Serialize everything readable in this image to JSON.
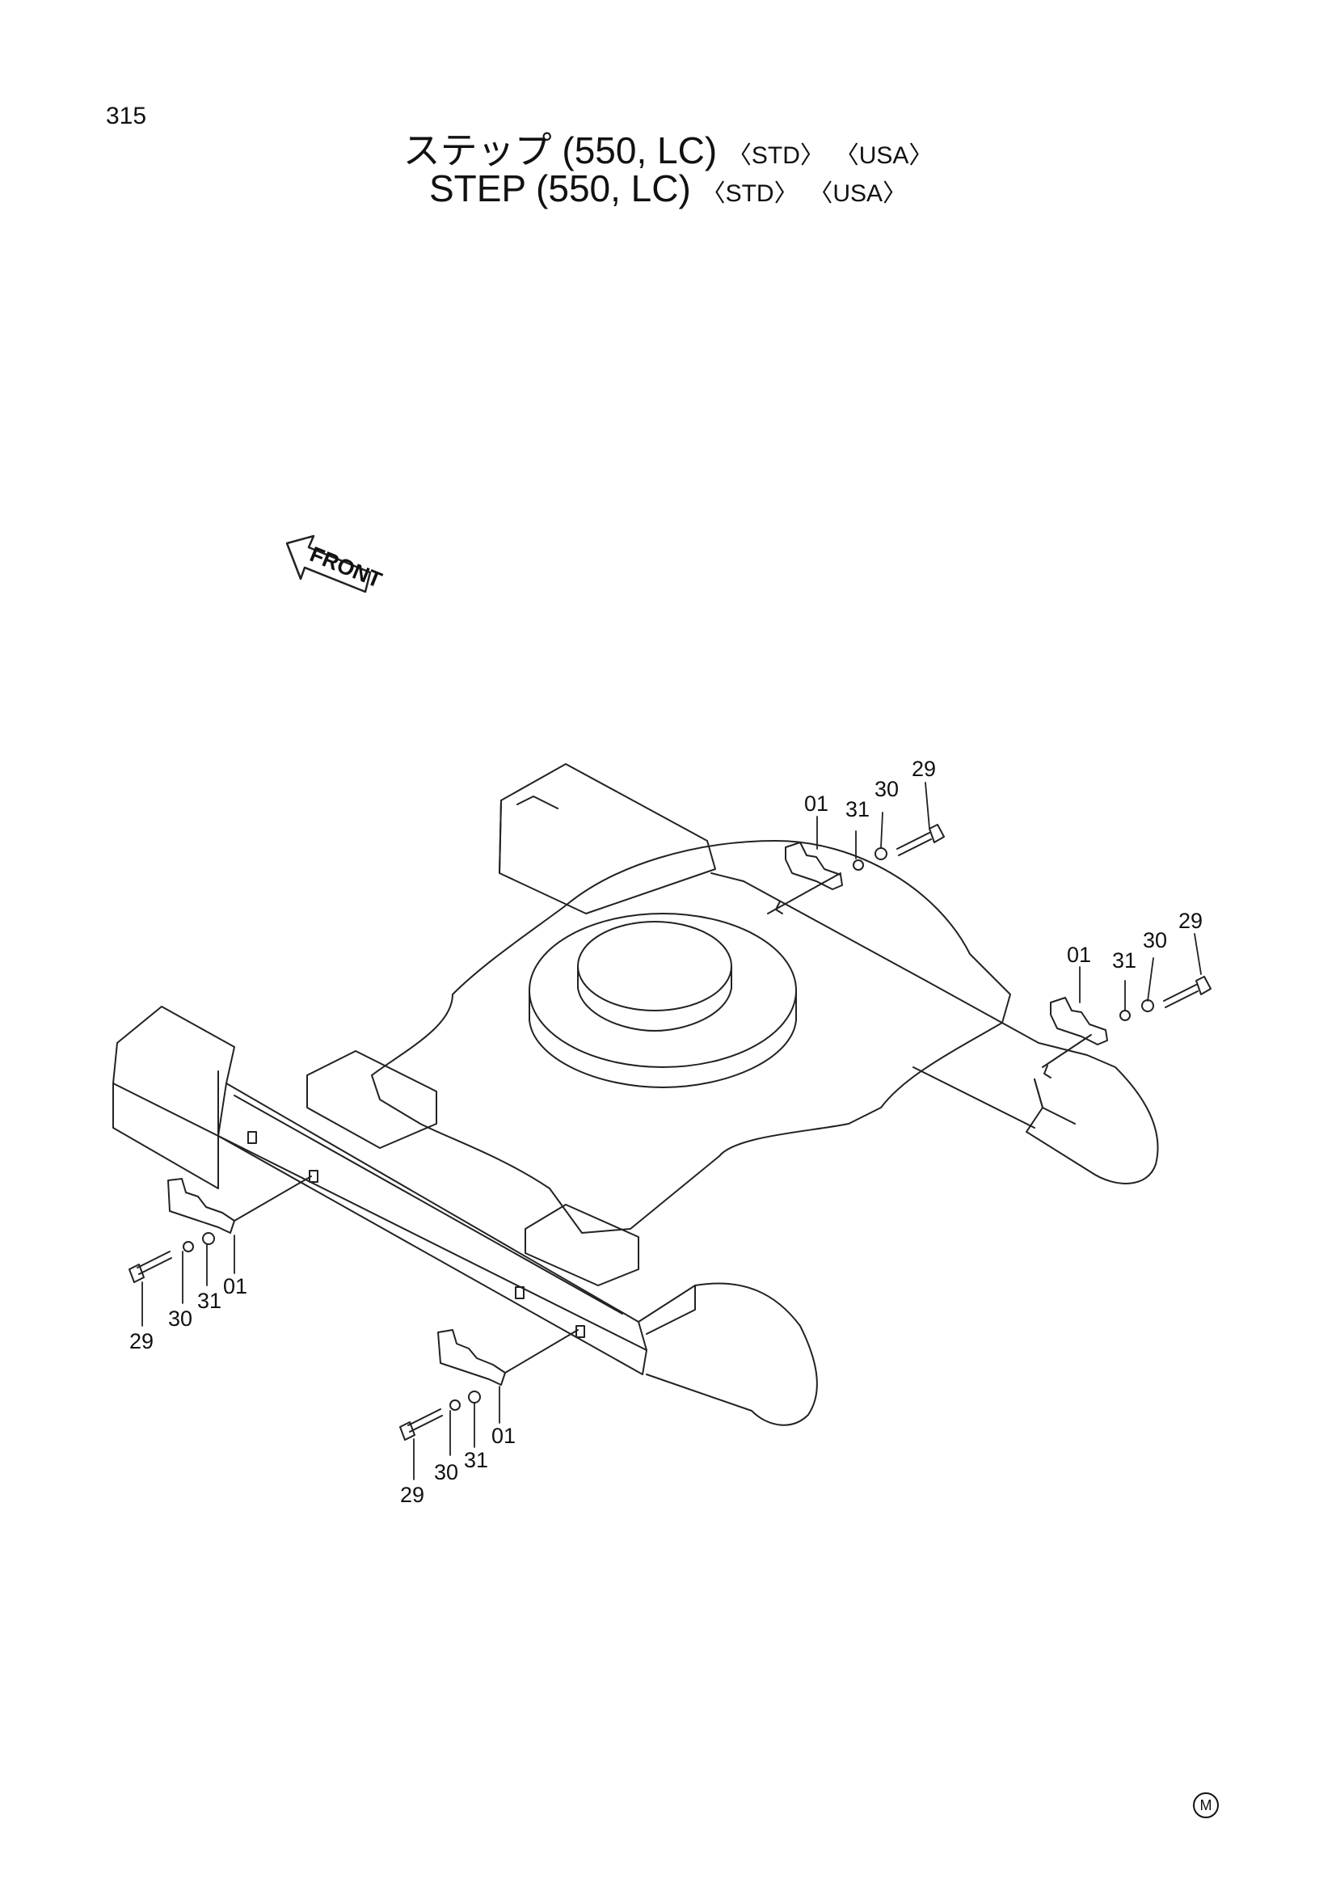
{
  "page_number": "315",
  "title_jp": {
    "text": "ステップ (550, LC)",
    "tag1": "〈STD〉",
    "tag2": "〈USA〉"
  },
  "title_en": {
    "text": "STEP (550, LC)",
    "tag1": "〈STD〉",
    "tag2": "〈USA〉"
  },
  "front_arrow_label": "FRONT",
  "corner_mark": "M",
  "callouts": {
    "group_top_right": [
      "01",
      "31",
      "30",
      "29"
    ],
    "group_right": [
      "01",
      "31",
      "30",
      "29"
    ],
    "group_left": [
      "29",
      "30",
      "31",
      "01"
    ],
    "group_bottom": [
      "29",
      "30",
      "31",
      "01"
    ]
  }
}
